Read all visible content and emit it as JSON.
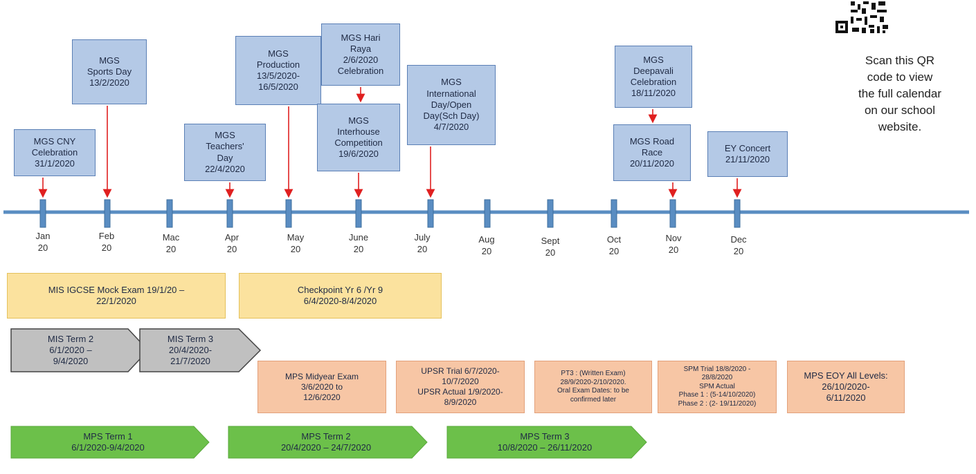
{
  "colors": {
    "event_fill": "#b4c9e6",
    "event_border": "#5a7fb5",
    "timeline": "#5a8dc2",
    "arrow": "#e02020",
    "yellow": "#fbe29e",
    "orange": "#f7c6a5",
    "grey": "#c0c0c0",
    "green": "#6cc04a"
  },
  "qr_caption": "Scan this QR\ncode to view\nthe full calendar\non our school\nwebsite.",
  "months": [
    {
      "label": "Jan\n20"
    },
    {
      "label": "Feb\n20"
    },
    {
      "label": "Mac\n20"
    },
    {
      "label": "Apr\n20"
    },
    {
      "label": "May\n20"
    },
    {
      "label": "June\n20"
    },
    {
      "label": "July\n20"
    },
    {
      "label": "Aug\n20"
    },
    {
      "label": "Sept\n20"
    },
    {
      "label": "Oct\n20"
    },
    {
      "label": "Nov\n20"
    },
    {
      "label": "Dec\n20"
    }
  ],
  "events": [
    {
      "text": "MGS CNY\nCelebration\n31/1/2020"
    },
    {
      "text": "MGS\nSports Day\n13/2/2020"
    },
    {
      "text": "MGS\nTeachers'\nDay\n22/4/2020"
    },
    {
      "text": "MGS\nProduction\n13/5/2020-\n16/5/2020"
    },
    {
      "text": "MGS Hari\nRaya\n2/6/2020\nCelebration"
    },
    {
      "text": "MGS\nInterhouse\nCompetition\n19/6/2020"
    },
    {
      "text": "MGS\nInternational\nDay/Open\nDay(Sch Day)\n4/7/2020"
    },
    {
      "text": "MGS\nDeepavali\nCelebration\n18/11/2020"
    },
    {
      "text": "MGS Road\nRace\n20/11/2020"
    },
    {
      "text": "EY Concert\n21/11/2020"
    }
  ],
  "mis_exams": [
    {
      "text": "MIS IGCSE Mock Exam 19/1/20 –\n22/1/2020"
    },
    {
      "text": "Checkpoint Yr 6 /Yr 9\n6/4/2020-8/4/2020"
    }
  ],
  "mis_terms": [
    {
      "text": "MIS Term 2\n6/1/2020 –\n9/4/2020"
    },
    {
      "text": "MIS Term 3\n20/4/2020-\n21/7/2020"
    }
  ],
  "mps_exams": [
    {
      "text": "MPS Midyear Exam\n3/6/2020 to\n12/6/2020"
    },
    {
      "text": "UPSR Trial 6/7/2020-\n10/7/2020\nUPSR Actual 1/9/2020-\n8/9/2020"
    },
    {
      "text": "PT3   :  (Written  Exam)\n28/9/2020-2/10/2020.\nOral Exam Dates: to be\nconfirmed later"
    },
    {
      "text": "SPM Trial 18/8/2020 -\n28/8/2020\nSPM Actual\nPhase 1 : (5-14/10/2020)\nPhase 2 : (2- 19/11/2020)"
    },
    {
      "text": "MPS EOY All Levels:\n26/10/2020-\n6/11/2020"
    }
  ],
  "mps_terms": [
    {
      "text": "MPS Term 1\n6/1/2020-9/4/2020"
    },
    {
      "text": "MPS Term 2\n20/4/2020 – 24/7/2020"
    },
    {
      "text": "MPS Term 3\n10/8/2020 – 26/11/2020"
    }
  ]
}
